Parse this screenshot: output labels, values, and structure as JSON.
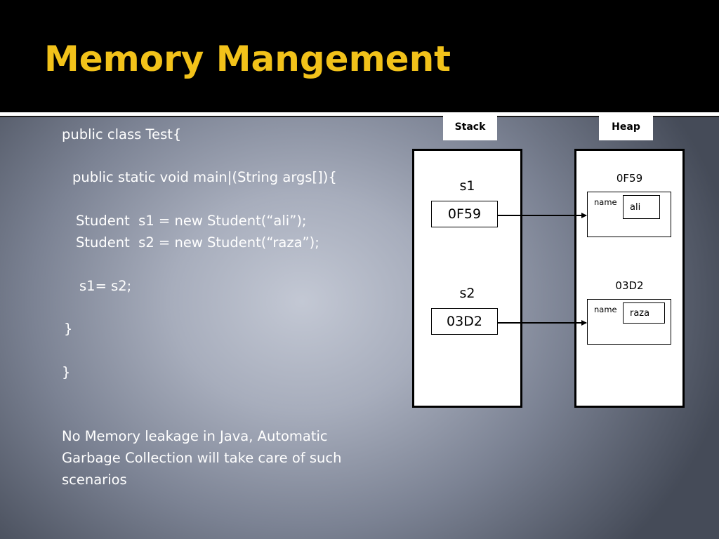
{
  "slide": {
    "title": "Memory Mangement"
  },
  "code": {
    "lines": [
      "public class Test{",
      "public static void main|(String args[]){",
      "Student  s1 = new Student(“ali”);",
      "Student  s2 = new Student(“raza”);",
      "s1= s2;",
      "}",
      "}"
    ]
  },
  "note": "No Memory leakage in Java, Automatic Garbage Collection will take care of such scenarios",
  "diagram": {
    "stack_label": "Stack",
    "heap_label": "Heap",
    "stack": [
      {
        "var": "s1",
        "ref": "0F59"
      },
      {
        "var": "s2",
        "ref": "03D2"
      }
    ],
    "heap": [
      {
        "address": "0F59",
        "field": "name",
        "value": "ali"
      },
      {
        "address": "03D2",
        "field": "name",
        "value": "raza"
      }
    ]
  }
}
